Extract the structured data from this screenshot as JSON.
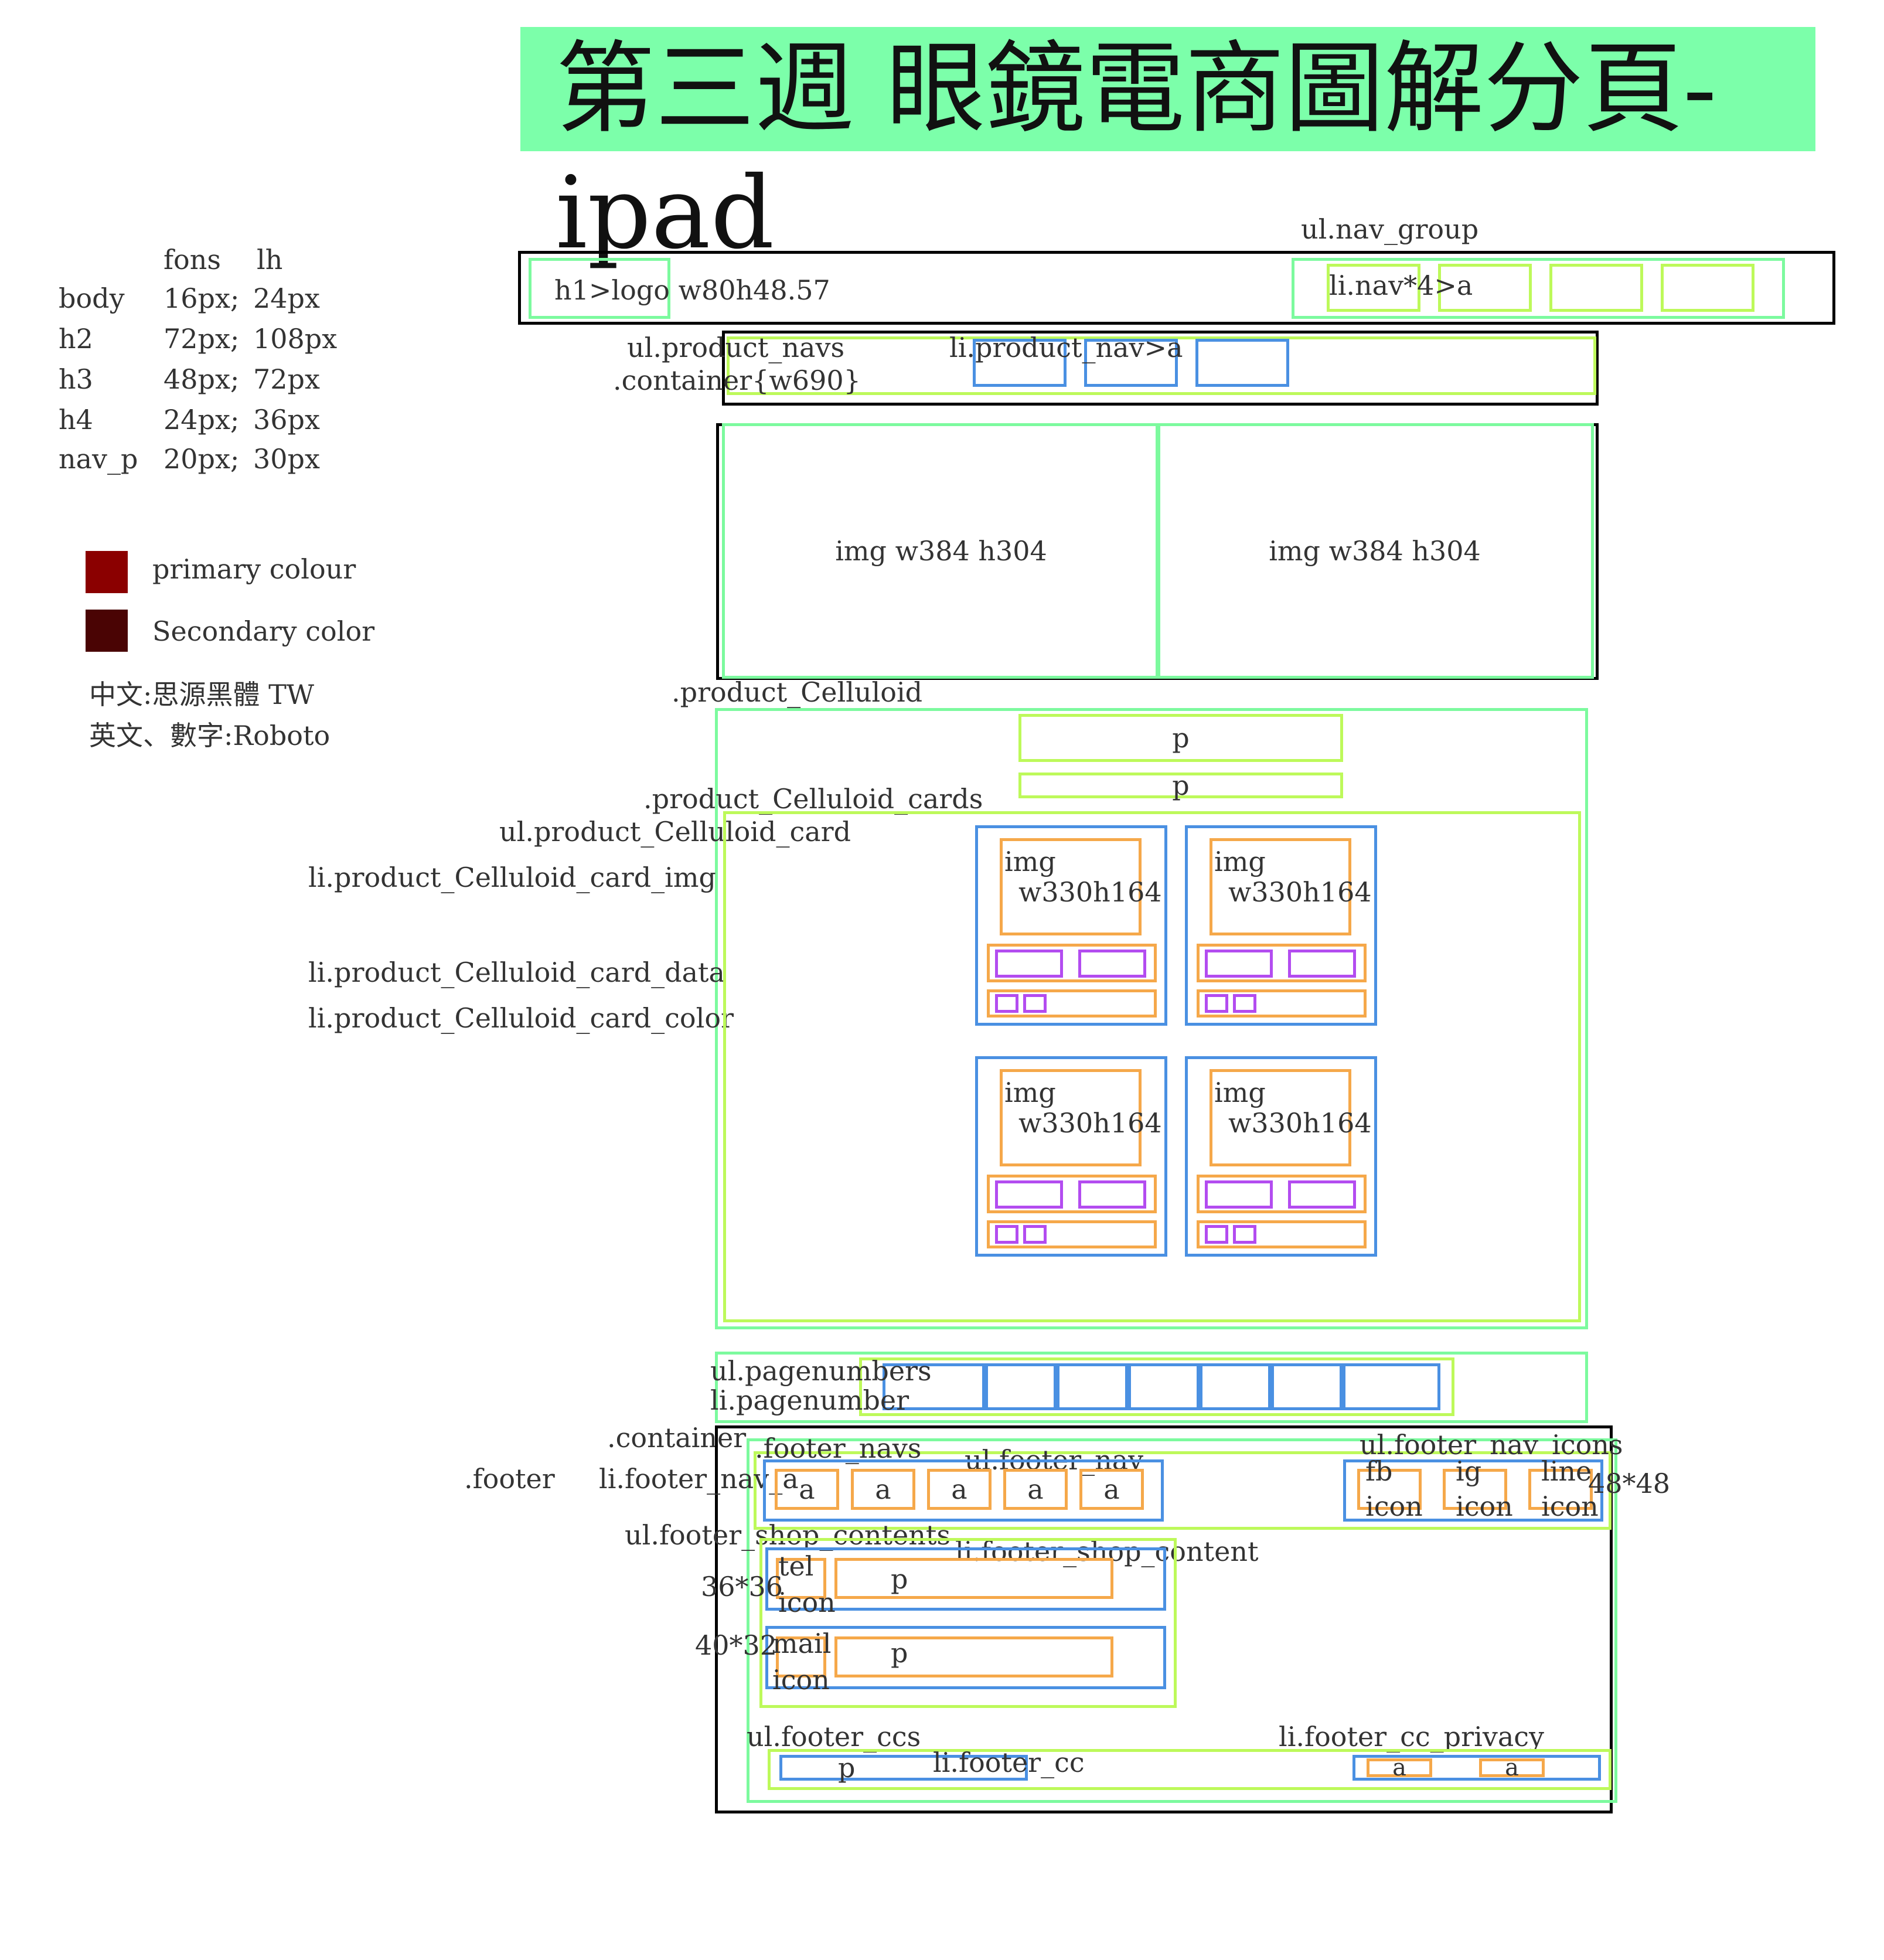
{
  "title": "第三週 眼鏡電商圖解分頁-ipad",
  "colors": {
    "primary": "#8B0000",
    "secondary": "#4A0404"
  },
  "typography": {
    "header": [
      "fons",
      "lh"
    ],
    "rows": [
      {
        "tag": "body",
        "fs": "16px;",
        "lh": "24px"
      },
      {
        "tag": "h2",
        "fs": "72px;",
        "lh": "108px"
      },
      {
        "tag": "h3",
        "fs": "48px;",
        "lh": "72px"
      },
      {
        "tag": "h4",
        "fs": "24px;",
        "lh": "36px"
      },
      {
        "tag": "nav_p",
        "fs": "20px;",
        "lh": "30px"
      }
    ]
  },
  "legend": {
    "primary_label": "primary colour",
    "secondary_label": "Secondary color"
  },
  "fonts": {
    "zh": "中文:思源黑體 TW",
    "en": "英文、數字:Roboto"
  },
  "header": {
    "nav_group": "ul.nav_group",
    "logo": "h1>logo w80h48.57",
    "nav_item": "li.nav*4>a",
    "product_navs": "ul.product_navs",
    "container": ".container{w690}",
    "product_nav": "li.product_nav>a"
  },
  "banner": {
    "img1": "img w384 h304",
    "img2": "img w384 h304"
  },
  "celluloid": {
    "section": ".product_Celluloid",
    "p1": "p",
    "p2": "p",
    "cards": ".product_Celluloid_cards",
    "card": "ul.product_Celluloid_card",
    "card_img": "li.product_Celluloid_card_img",
    "card_data": "li.product_Celluloid_card_data",
    "card_color": "li.product_Celluloid_card_color",
    "img_line1": "img",
    "img_line2": "w330h164"
  },
  "pagination": {
    "ul": "ul.pagenumbers",
    "li": "li.pagenumber"
  },
  "footer": {
    "container": ".container",
    "footer": ".footer",
    "footer_navs": ".footer_navs",
    "footer_nav": "ul.footer_nav",
    "footer_nav_a": "li.footer_nav_a",
    "nav_links": [
      "a",
      "a",
      "a",
      "a",
      "a"
    ],
    "nav_icons": "ul.footer_nav_icons",
    "icons": [
      {
        "l1": "fb",
        "l2": "icon"
      },
      {
        "l1": "ig",
        "l2": "icon"
      },
      {
        "l1": "line",
        "l2": "icon"
      }
    ],
    "icon_size": "48*48",
    "shop_contents": "ul.footer_shop_contents",
    "shop_content": "li.footer_shop_content",
    "tel_size": "36*36",
    "tel_l1": "tel",
    "tel_l2": "icon",
    "tel_p": "p",
    "mail_size": "40*32",
    "mail_l1": "mail",
    "mail_l2": "icon",
    "mail_p": "p",
    "ccs": "ul.footer_ccs",
    "cc": "li.footer_cc",
    "cc_p": "p",
    "cc_privacy": "li.footer_cc_privacy",
    "privacy_links": [
      "a",
      "a"
    ]
  }
}
